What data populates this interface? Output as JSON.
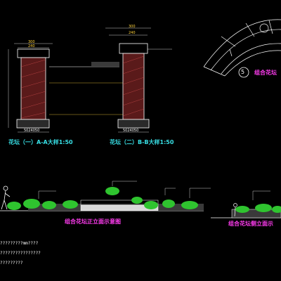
{
  "drawing": {
    "section_a_title": "花坛（一）A-A大样1:50",
    "section_b_title": "花坛（二）B-B大样1:50",
    "plan_title": "组合花坛",
    "plan_marker": "5",
    "front_elev_title": "组合花坛正立面示意图",
    "side_elev_title": "组合花坛侧立面示",
    "dims_a": {
      "top1": "300",
      "top2": "240",
      "base": "5024050"
    },
    "dims_b": {
      "top1": "300",
      "top2": "240",
      "base": "5024050"
    },
    "notes": [
      "?????????mm????",
      "????????????????",
      "?????????"
    ]
  },
  "colors": {
    "background": "#000000",
    "cyan": "#38e0e6",
    "magenta": "#ff3cf0",
    "yellow": "#ffd23a",
    "green": "#2fc42f"
  }
}
